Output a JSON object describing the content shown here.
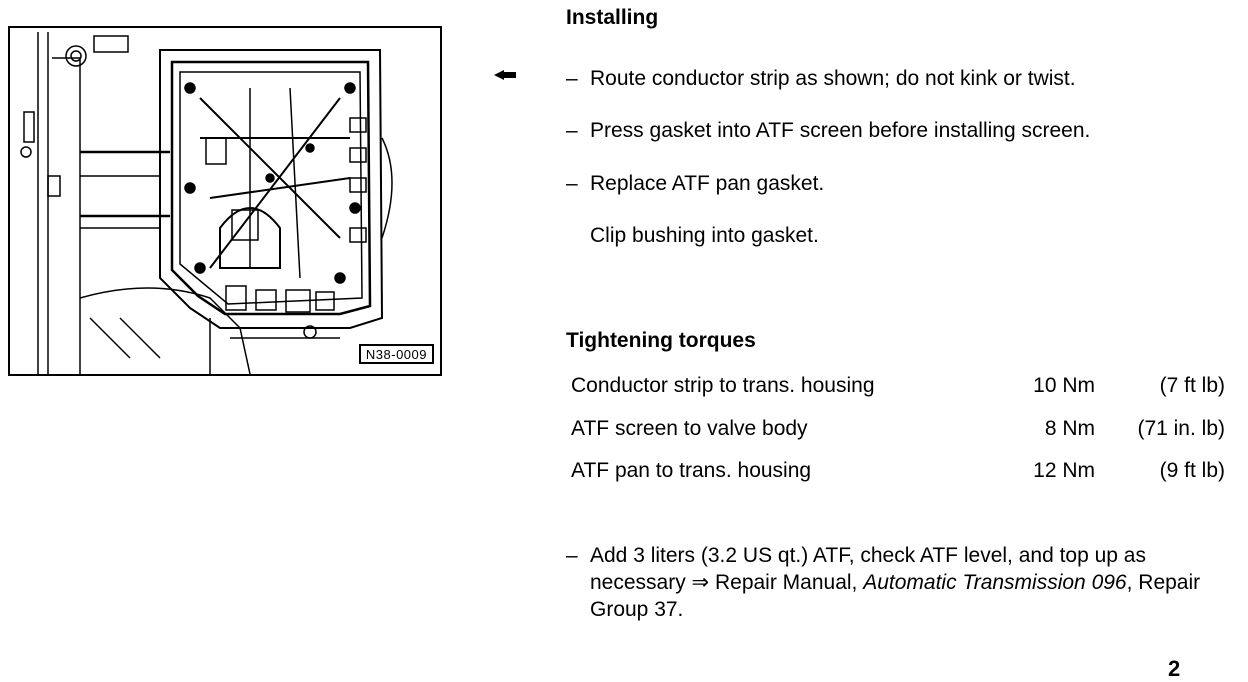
{
  "figure": {
    "code": "N38-0009"
  },
  "installing": {
    "heading": "Installing",
    "bullets": [
      "Route conductor strip as shown;  do not kink or twist.",
      "Press gasket into ATF screen before installing screen.",
      "Replace ATF pan gasket."
    ],
    "note": "Clip bushing into gasket."
  },
  "torques": {
    "heading": "Tightening torques",
    "rows": [
      {
        "part": "Conductor strip to trans. housing",
        "nm": "10 Nm",
        "imperial": "(7 ft lb)"
      },
      {
        "part": "ATF screen to valve body",
        "nm": "8 Nm",
        "imperial": "(71 in. lb)"
      },
      {
        "part": "ATF pan to trans. housing",
        "nm": "12 Nm",
        "imperial": "(9 ft lb)"
      }
    ]
  },
  "final_step": {
    "prefix": "Add 3 liters (3.2 US qt.) ATF, check ATF level, and top up as necessary ⇒ Repair Manual, ",
    "italic1": "Automatic Transmission 096",
    "suffix": ", Repair Group 37."
  },
  "page_number": "2"
}
